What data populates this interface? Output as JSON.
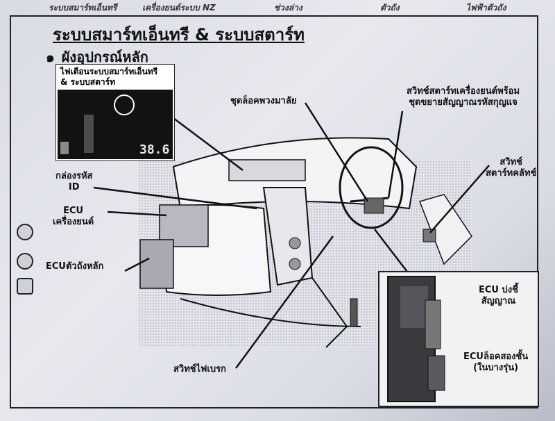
{
  "header": {
    "left": "ระบบสมาร์ทเอ็นทรี",
    "center": "เครื่องยนต์ระบบ NZ",
    "mid": "ช่วงล่าง",
    "right_mid": "ตัวถัง",
    "right": "ไฟฟ้าตัวถัง"
  },
  "title": "ระบบสมาร์ทเอ็นทรี & ระบบสตาร์ท",
  "section": {
    "number": "๑",
    "label": "ผังอุปกรณ์หลัก"
  },
  "inset": {
    "line1": "ไฟเตือนระบบสมาร์ทเอ็นทรี",
    "line2": "& ระบบสตาร์ท",
    "display": "38.6"
  },
  "labels": {
    "steering_lock": "ชุดล็อคพวงมาลัย",
    "start_switch_1": "สวิทช์สตาร์ทเครื่องยนต์พร้อม",
    "start_switch_2": "ชุดขยายสัญญาณรหัสกุญแจ",
    "clutch_switch_1": "สวิทช์",
    "clutch_switch_2": "สตาร์ทคลัทช์",
    "id_box_1": "กล่องรหัส",
    "id_box_2": "ID",
    "engine_ecu_1": "ECU",
    "engine_ecu_2": "เครื่องยนต์",
    "body_ecu": "ECUตัวถังหลัก",
    "brake_switch": "สวิทช์ไฟเบรก",
    "sensor_ecu_1": "ECU บ่งชี้",
    "sensor_ecu_2": "สัญญาณ",
    "lock_ecu_1": "ECUล็อคสองชั้น",
    "lock_ecu_2": "(ในบางรุ่น)"
  }
}
